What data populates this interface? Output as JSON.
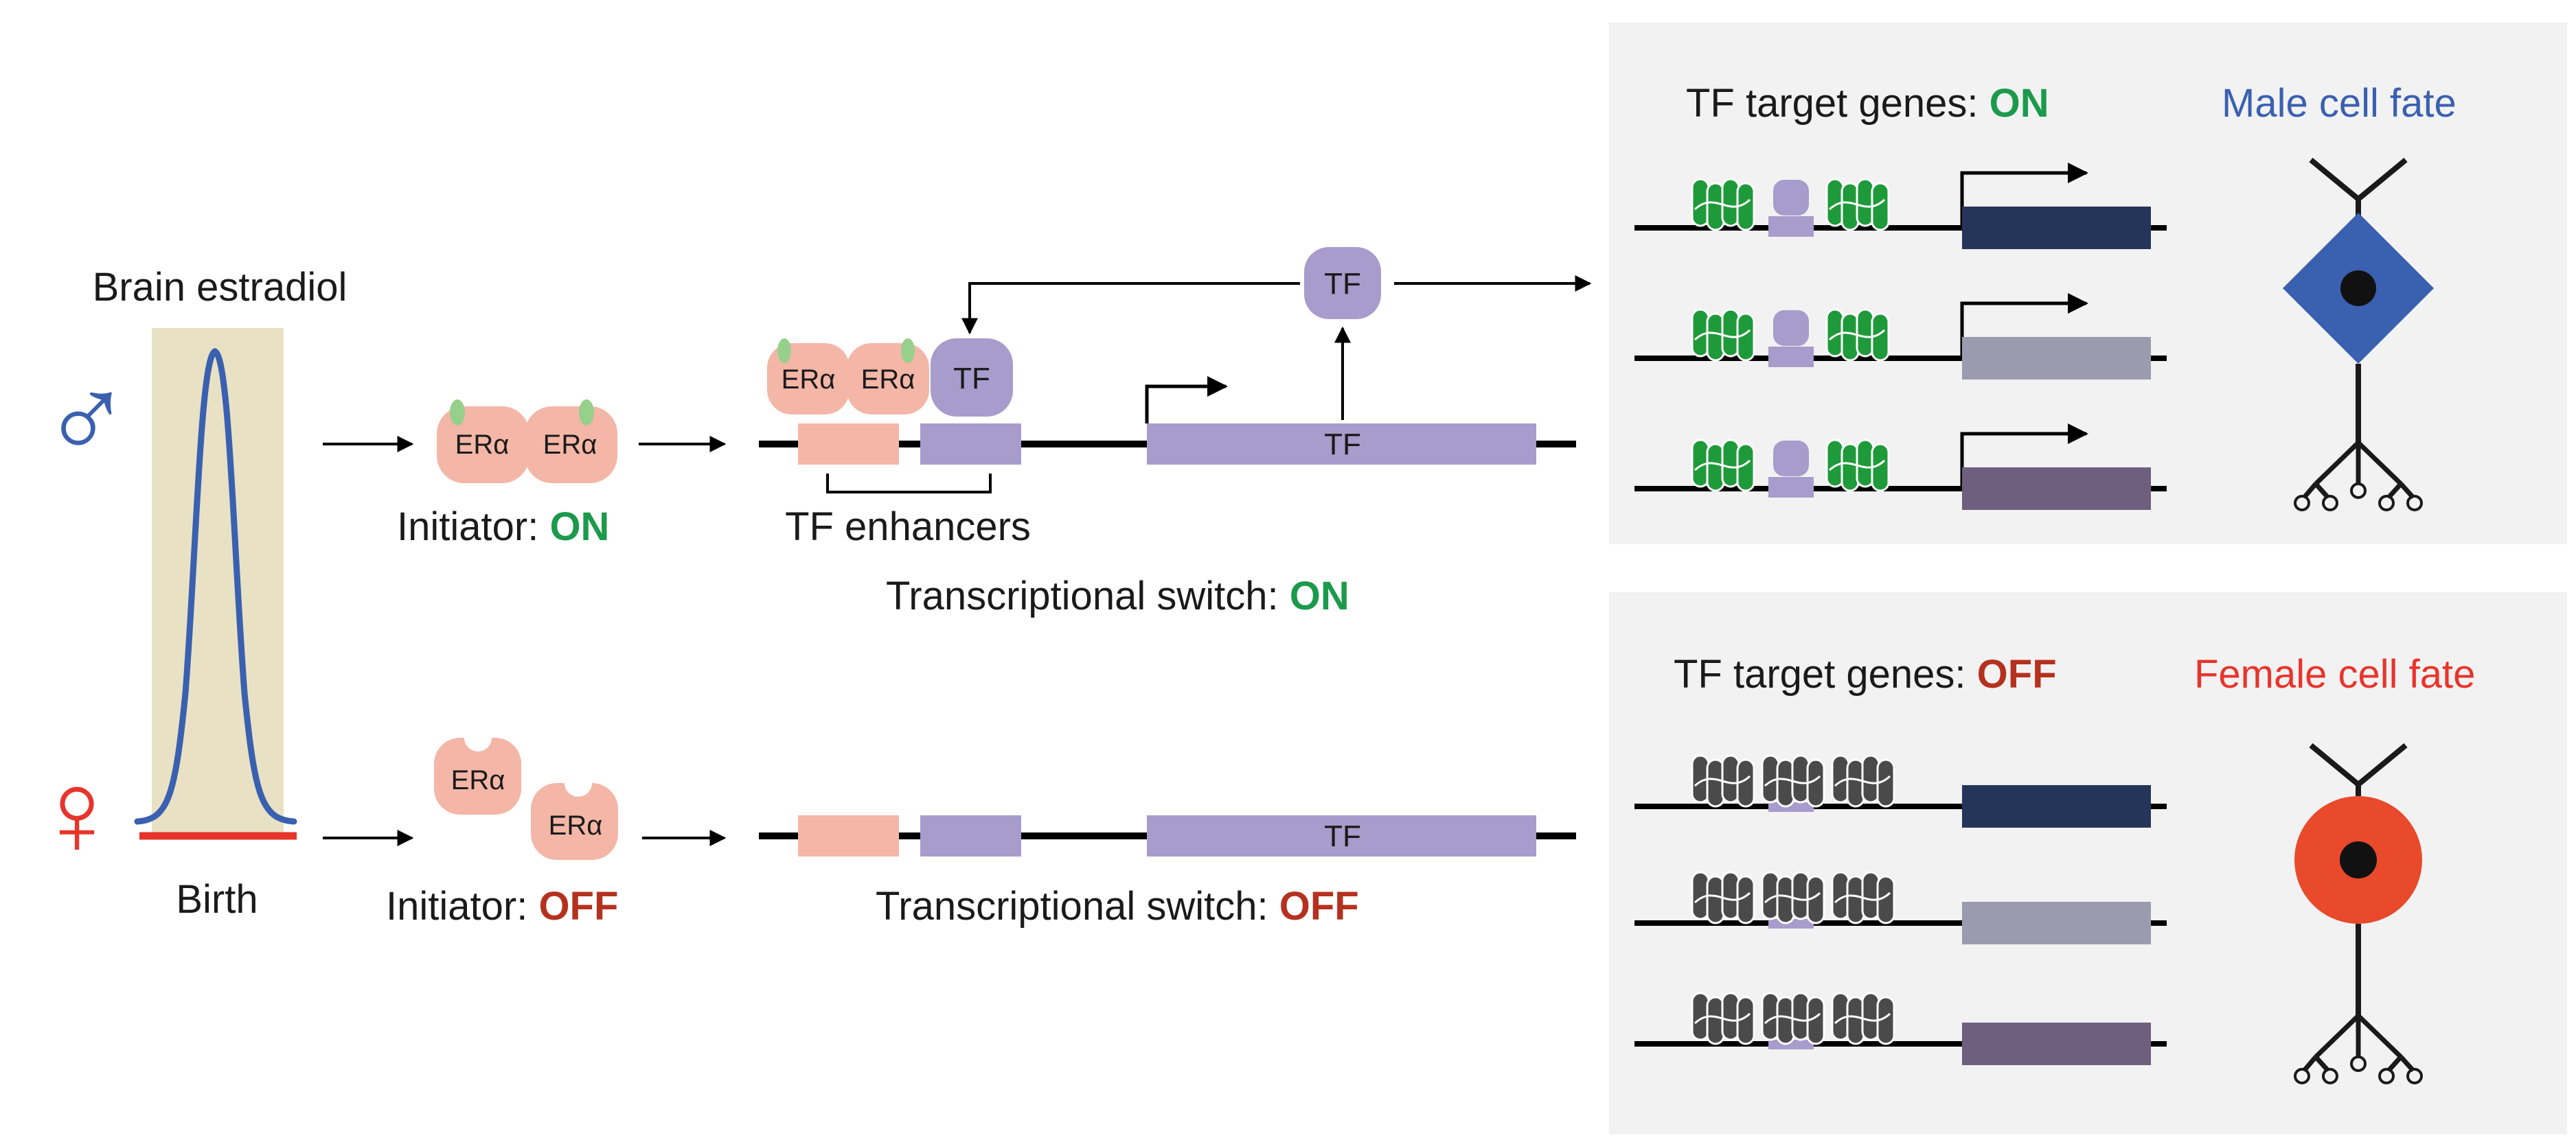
{
  "colors": {
    "male_blue": "#3a60b0",
    "female_red": "#e8342b",
    "on_green": "#1c9a4c",
    "off_red": "#b5311f",
    "era_pink": "#f4b6a6",
    "era_green_mark": "#96d08a",
    "tf_purple": "#a79ccc",
    "panel_gray": "#f2f2f2",
    "shade_tan": "#e9e1c4",
    "nucleosome_green": "#1f9a3a",
    "nucleosome_dark": "#4a4a4a",
    "gene_navy": "#253559",
    "gene_gray": "#9b9bb0",
    "gene_plum": "#6e5f7e"
  },
  "symbols": {
    "male": "♂",
    "female": "♀"
  },
  "left": {
    "brain_estradiol": "Brain estradiol",
    "birth": "Birth"
  },
  "initiator": {
    "label": "Initiator: ",
    "on": "ON",
    "off": "OFF",
    "era": "ERα"
  },
  "switch": {
    "tf_enhancers": "TF enhancers",
    "label": "Transcriptional switch: ",
    "on": "ON",
    "off": "OFF",
    "tf": "TF"
  },
  "male_panel": {
    "target_label": "TF target genes: ",
    "state": "ON",
    "fate": "Male cell fate"
  },
  "female_panel": {
    "target_label": "TF target genes: ",
    "state": "OFF",
    "fate": "Female cell fate"
  }
}
